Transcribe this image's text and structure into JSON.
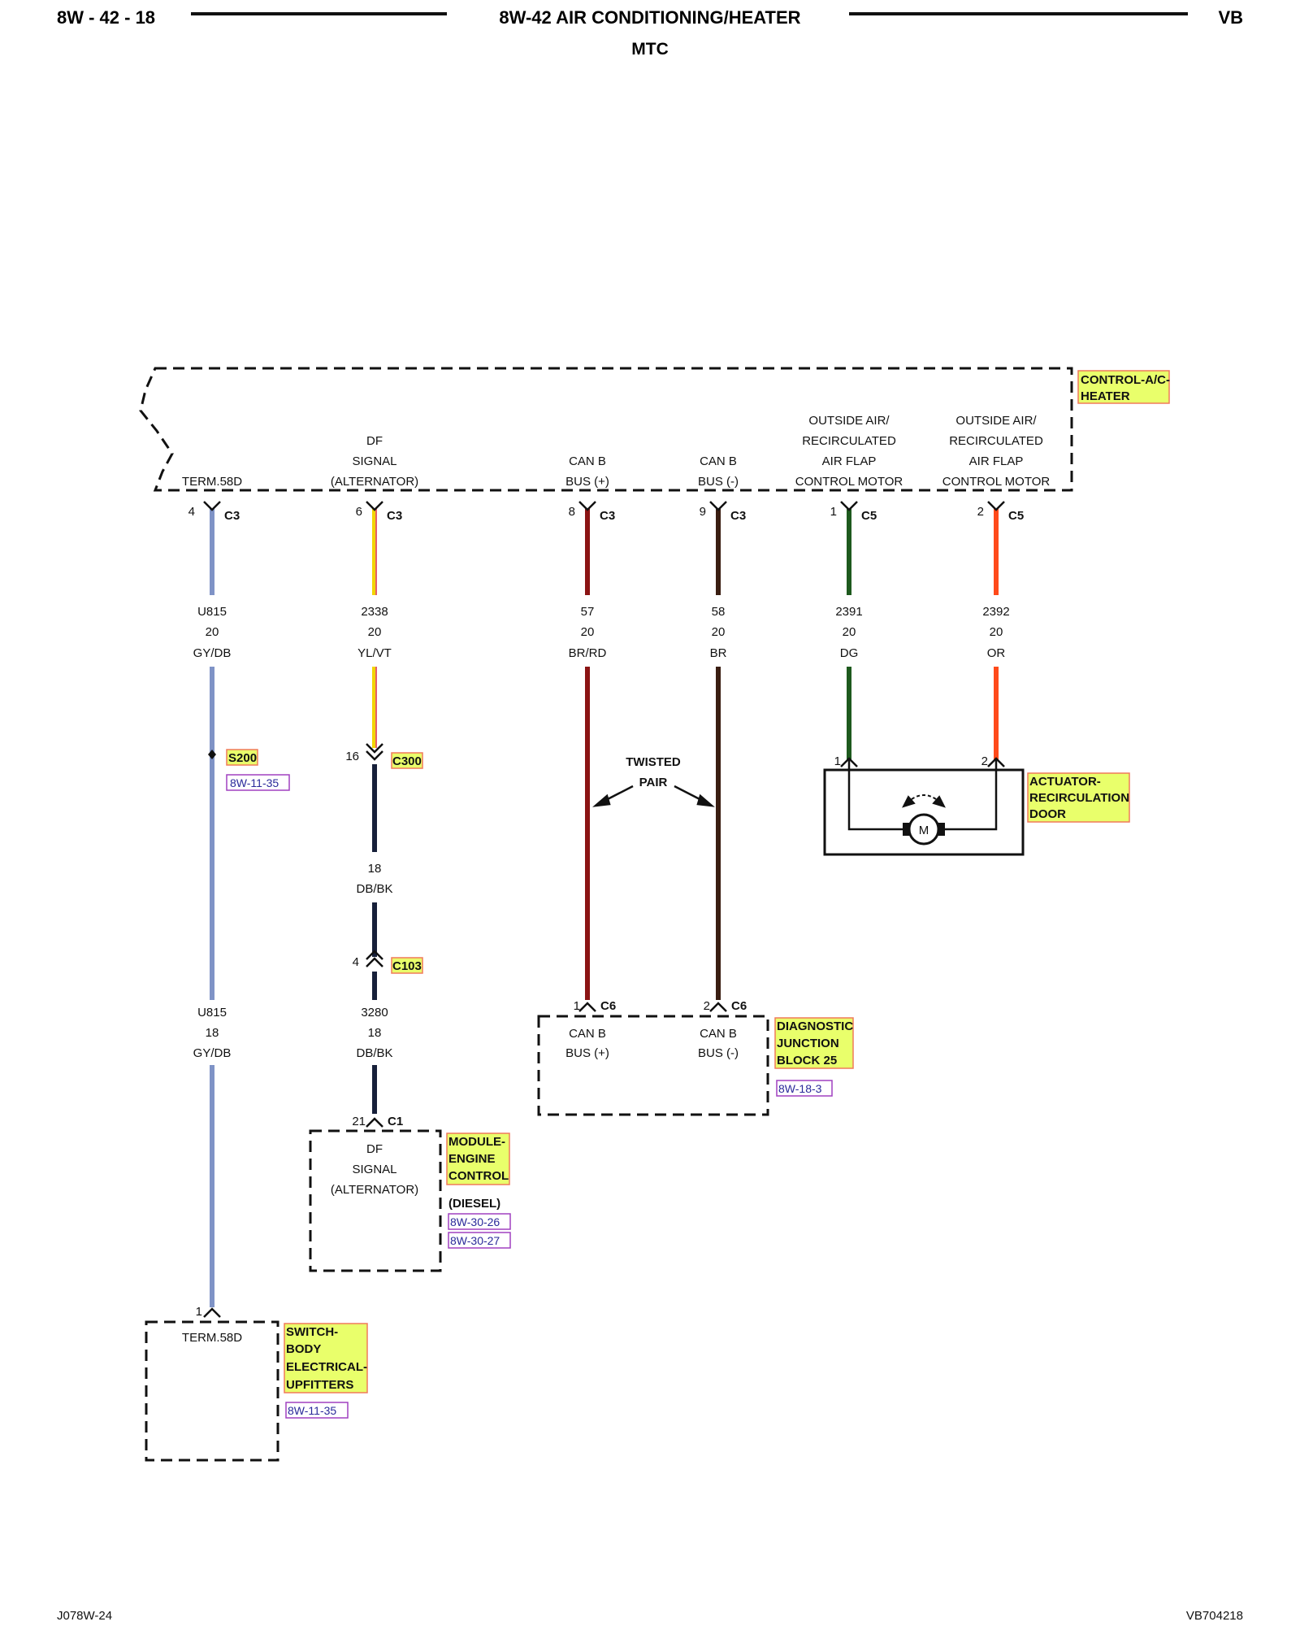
{
  "header": {
    "page_number": "8W - 42 - 18",
    "title": "8W-42 AIR CONDITIONING/HEATER",
    "subtitle": "MTC",
    "model": "VB"
  },
  "footer": {
    "left": "J078W-24",
    "right": "VB704218"
  },
  "colors": {
    "gy_db": "#7f93c6",
    "yl_vt": "#f2d600",
    "yl_vt_tracer": "#e0388c",
    "db_bk": "#17203a",
    "br_rd": "#8b1414",
    "br": "#3a1e12",
    "dg": "#1e5a1e",
    "or": "#ff4a1a",
    "highlight": "#e9ff6b"
  },
  "components": {
    "control_ac_heater": {
      "name_lines": [
        "CONTROL-A/C-",
        "HEATER"
      ],
      "pins": {
        "term58d": [
          "TERM.58D"
        ],
        "df_signal": [
          "DF",
          "SIGNAL",
          "(ALTERNATOR)"
        ],
        "can_b_plus": [
          "CAN B",
          "BUS (+)"
        ],
        "can_b_minus": [
          "CAN B",
          "BUS (-)"
        ],
        "flap_motor_1": [
          "OUTSIDE AIR/",
          "RECIRCULATED",
          "AIR FLAP",
          "CONTROL MOTOR"
        ],
        "flap_motor_2": [
          "OUTSIDE AIR/",
          "RECIRCULATED",
          "AIR FLAP",
          "CONTROL MOTOR"
        ]
      }
    },
    "actuator": {
      "name_lines": [
        "ACTUATOR-",
        "RECIRCULATION",
        "DOOR"
      ],
      "motor_symbol": "M"
    },
    "diagnostic_block": {
      "name_lines": [
        "DIAGNOSTIC",
        "JUNCTION",
        "BLOCK 25"
      ],
      "ref": "8W-18-3",
      "pin_plus": [
        "CAN B",
        "BUS (+)"
      ],
      "pin_minus": [
        "CAN B",
        "BUS (-)"
      ]
    },
    "engine_module": {
      "name_lines": [
        "MODULE-",
        "ENGINE",
        "CONTROL"
      ],
      "variant": "(DIESEL)",
      "refs": [
        "8W-30-26",
        "8W-30-27"
      ],
      "pin_lines": [
        "DF",
        "SIGNAL",
        "(ALTERNATOR)"
      ]
    },
    "switch_body": {
      "name_lines": [
        "SWITCH-",
        "BODY",
        "ELECTRICAL-",
        "UPFITTERS"
      ],
      "ref": "8W-11-35",
      "pin_lines": [
        "TERM.58D"
      ]
    }
  },
  "connectors": {
    "c3_term": {
      "pin": "4",
      "name": "C3"
    },
    "c3_df": {
      "pin": "6",
      "name": "C3"
    },
    "c3_canp": {
      "pin": "8",
      "name": "C3"
    },
    "c3_canm": {
      "pin": "9",
      "name": "C3"
    },
    "c5_1": {
      "pin": "1",
      "name": "C5"
    },
    "c5_2": {
      "pin": "2",
      "name": "C5"
    },
    "c300": {
      "pin": "16",
      "name": "C300"
    },
    "c103": {
      "pin": "4",
      "name": "C103"
    },
    "c1": {
      "pin": "21",
      "name": "C1"
    },
    "c6_1": {
      "pin": "1",
      "name": "C6"
    },
    "c6_2": {
      "pin": "2",
      "name": "C6"
    },
    "act_1": {
      "pin": "1"
    },
    "act_2": {
      "pin": "2"
    },
    "sw_1": {
      "pin": "1"
    }
  },
  "splice": {
    "name": "S200",
    "ref": "8W-11-35"
  },
  "twisted_pair": [
    "TWISTED",
    "PAIR"
  ],
  "wires": {
    "u815_top": {
      "circuit": "U815",
      "gauge": "20",
      "color": "GY/DB"
    },
    "u815_bottom": {
      "circuit": "U815",
      "gauge": "18",
      "color": "GY/DB"
    },
    "w2338": {
      "circuit": "2338",
      "gauge": "20",
      "color": "YL/VT"
    },
    "dbbk_mid": {
      "gauge": "18",
      "color": "DB/BK"
    },
    "w3280": {
      "circuit": "3280",
      "gauge": "18",
      "color": "DB/BK"
    },
    "w57": {
      "circuit": "57",
      "gauge": "20",
      "color": "BR/RD"
    },
    "w58": {
      "circuit": "58",
      "gauge": "20",
      "color": "BR"
    },
    "w2391": {
      "circuit": "2391",
      "gauge": "20",
      "color": "DG"
    },
    "w2392": {
      "circuit": "2392",
      "gauge": "20",
      "color": "OR"
    }
  }
}
